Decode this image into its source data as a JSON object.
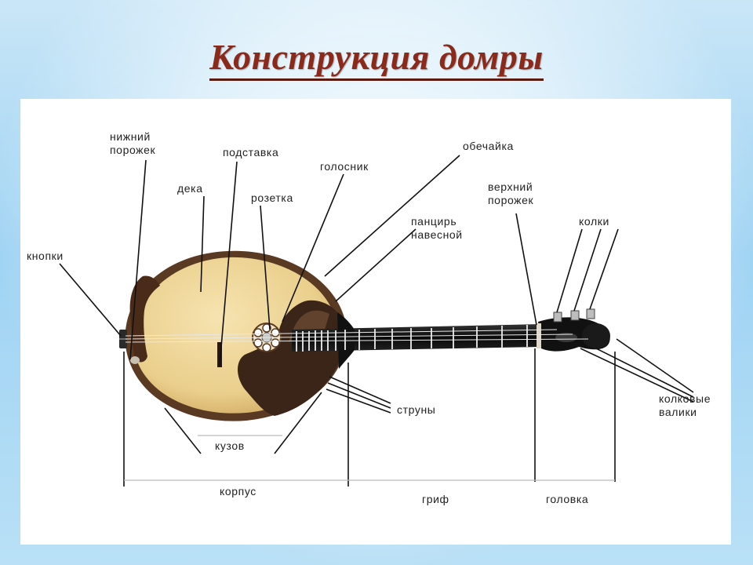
{
  "title": "Конструкция домры",
  "labels": {
    "nizhniy_porozhek": [
      "нижний",
      "порожек"
    ],
    "podstavka": "подставка",
    "golosnik": "голосник",
    "obechayka": "обечайка",
    "deka": "дека",
    "rozetka": "розетка",
    "verkhniy_porozhek": [
      "верхний",
      "порожек"
    ],
    "pantsir": [
      "панцирь",
      "навесной"
    ],
    "kolki": "колки",
    "knopki": "кнопки",
    "struny": "струны",
    "kolkovye_valiki": [
      "колковые",
      "валики"
    ],
    "kuzov": "кузов",
    "korpus": "корпус",
    "grif": "гриф",
    "golovka": "головка"
  },
  "colors": {
    "title": "#8b2a1a",
    "soundboard": "#efd69a",
    "body_dark": "#3b2418",
    "neck": "#111111"
  }
}
